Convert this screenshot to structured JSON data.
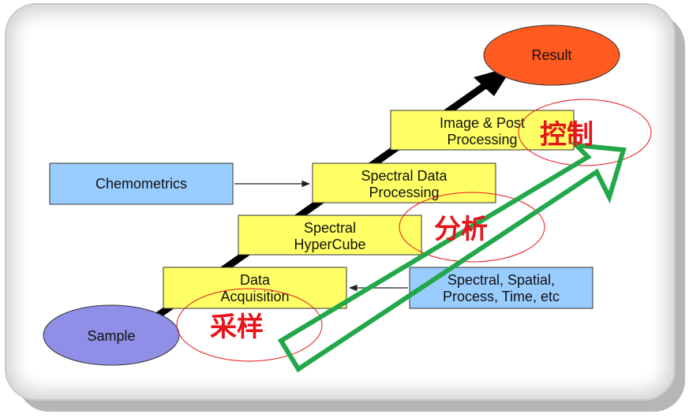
{
  "nodes": {
    "result": "Result",
    "sample": "Sample",
    "image_post": [
      "Image & Post",
      "Processing"
    ],
    "spectral_data": [
      "Spectral Data",
      "Processing"
    ],
    "hypercube": [
      "Spectral",
      "HyperCube"
    ],
    "acquisition": [
      "Data",
      "Acquisition"
    ],
    "chemometrics": "Chemometrics",
    "inputs": [
      "Spectral, Spatial,",
      "Process, Time, etc"
    ]
  },
  "annotations": {
    "control": "控制",
    "analysis": "分析",
    "sampling": "采样"
  },
  "colors": {
    "yellow_box": "#ffff66",
    "blue_box": "#99ccff",
    "result_fill": "#ff5a1f",
    "sample_fill": "#8f8fe8",
    "green_arrow": "#22a84a",
    "red_annotation": "#e8141a"
  }
}
